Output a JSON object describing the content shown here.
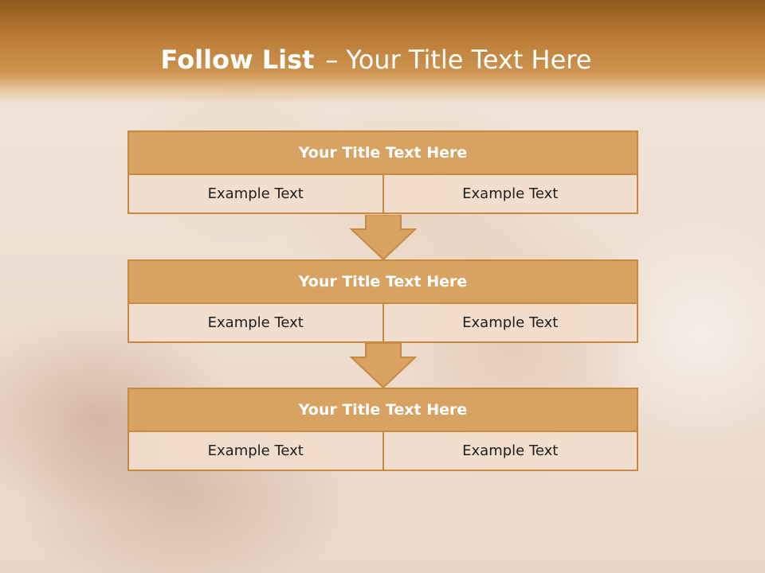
{
  "header": {
    "title_bold": "Follow List",
    "title_sep": "–",
    "title_rest": "Your Title Text Here"
  },
  "colors": {
    "accent": "#d8a263",
    "border": "#c98a3e",
    "header_dark": "#8e5a1c"
  },
  "steps": [
    {
      "title": "Your Title Text Here",
      "left": "Example Text",
      "right": "Example Text"
    },
    {
      "title": "Your Title Text Here",
      "left": "Example Text",
      "right": "Example Text"
    },
    {
      "title": "Your Title Text Here",
      "left": "Example Text",
      "right": "Example Text"
    }
  ]
}
